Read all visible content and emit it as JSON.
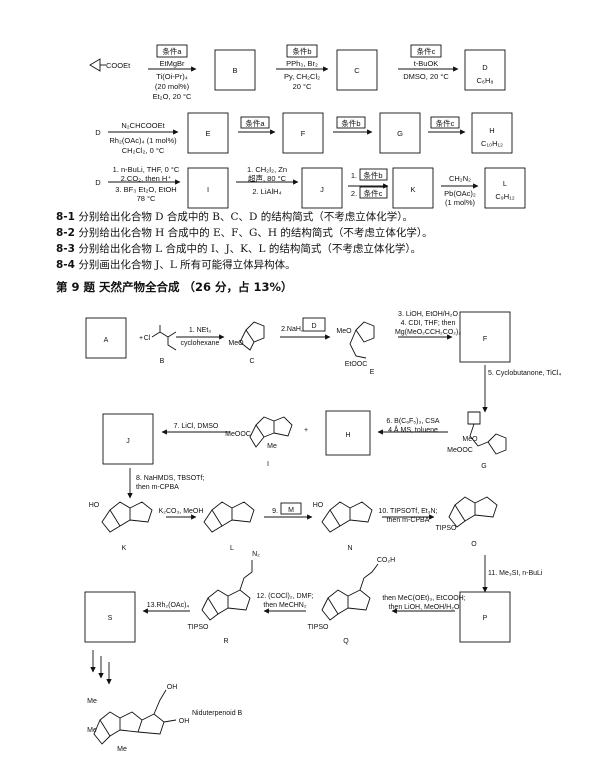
{
  "scheme1": {
    "start": "COOEt",
    "step1": {
      "cond_box": "条件a",
      "reagents": [
        "EtMgBr",
        "Ti(Oi-Pr)₄",
        "(20 mol%)",
        "Et₂O, 20 °C"
      ]
    },
    "B": "B",
    "step2": {
      "cond_box": "条件b",
      "reagents": [
        "PPh₃, Br₂",
        "Py, CH₂Cl₂",
        "20 °C"
      ]
    },
    "C": "C",
    "step3": {
      "cond_box": "条件c",
      "reagents": [
        "t-BuOK",
        "DMSO, 20 °C"
      ]
    },
    "D": "D",
    "D_formula": "C₆H₈"
  },
  "scheme2": {
    "start": "D",
    "step1": {
      "top": "N₂CHCOOEt",
      "bottom": [
        "Rh₂(OAc)₄ (1 mol%)",
        "CH₂Cl₂, 0 °C"
      ]
    },
    "E": "E",
    "a": "条件a",
    "F": "F",
    "b": "条件b",
    "G": "G",
    "c": "条件c",
    "H": "H",
    "H_formula": "C₁₀H₁₂"
  },
  "scheme3": {
    "start": "D",
    "step1": [
      "1. n-BuLi, THF, 0 °C",
      "2.CO₂, then H⁺",
      "3. BF₃ Et₂O, EtOH",
      "78 °C"
    ],
    "I": "I",
    "step2": [
      "1. CH₂I₂, Zn",
      "超声, 80 °C",
      "2. LiAlH₄"
    ],
    "J": "J",
    "step3": {
      "line1_num": "1.",
      "line1_box": "条件b",
      "line2_num": "2.",
      "line2_box": "条件c"
    },
    "K": "K",
    "step4": [
      "CH₂N₂",
      "Pb(OAc)₂",
      "(1 mol%)"
    ],
    "L": "L",
    "L_formula": "C₉H₁₂"
  },
  "questions": [
    {
      "num": "8-1",
      "text": "分别给出化合物 D 合成中的 B、C、D 的结构简式（不考虑立体化学）。"
    },
    {
      "num": "8-2",
      "text": "分别给出化合物 H 合成中的 E、F、G、H 的结构简式（不考虑立体化学）。"
    },
    {
      "num": "8-3",
      "text": "分别给出化合物 L 合成中的 I、J、K、L 的结构简式（不考虑立体化学）。"
    },
    {
      "num": "8-4",
      "text": "分别画出化合物 J、L 所有可能得立体异构体。"
    }
  ],
  "problem9_title": "第 9 题  天然产物全合成  （26 分，占 13%）",
  "scheme9": {
    "A": "A",
    "plus": "+",
    "reagentB": "Cl",
    "labelB": "B",
    "step1": [
      "1. NEt₃",
      "cyclohexane"
    ],
    "C": "C",
    "C_MeO": "MeO",
    "step2": "2.NaH,",
    "D": "D",
    "E": "E",
    "E_MeO": "MeO",
    "E_EtOOC": "EtOOC",
    "step34": [
      "3. LiOH, EtOH/H₂O",
      "4. CDI, THF; then",
      "Mg(MeO₂CCH₂CO₂)₂"
    ],
    "F": "F",
    "step5": "5. Cyclobutanone, TiCl₄",
    "G": "G",
    "G_MeOOC": "MeOOC",
    "G_MeO": "MeO",
    "step6": [
      "6. B(C₆F₅)₃, CSA",
      "4 Å MS, toluene"
    ],
    "H": "H",
    "plus2": "+",
    "I": "I",
    "I_MeOOC": "MeOOC",
    "I_Me": "Me",
    "step7": "7. LiCl, DMSO",
    "J": "J",
    "step8": [
      "8. NaHMDS, TBSOTf;",
      "then m-CPBA"
    ],
    "K": "K",
    "K_HO": "HO",
    "step_k2": "K₂CO₃, MeOH",
    "L": "L",
    "step9": "9.",
    "M": "M",
    "N": "N",
    "N_HO": "HO",
    "step10": [
      "10. TIPSOTf, Et₃N;",
      "then m-CPBA"
    ],
    "O": "O",
    "O_TIPSO": "TIPSO",
    "step11": "11. Me₃SI, n-BuLi",
    "P": "P",
    "stepP": [
      "then MeC(OEt)₃, EtCOOH;",
      "then LiOH, MeOH/H₂O"
    ],
    "Q": "Q",
    "Q_TIPSO": "TIPSO",
    "Q_CO2H": "CO₂H",
    "step12": [
      "12. (COCl)₂, DMF;",
      "then MeCHN₂"
    ],
    "R": "R",
    "R_TIPSO": "TIPSO",
    "R_N2": "N₂",
    "step13": "13.Rh₂(OAc)₄",
    "S": "S",
    "product": "Niduterpenoid B",
    "prod_OH1": "OH",
    "prod_OH2": "OH",
    "prod_Me1": "Me",
    "prod_Me2": "Me",
    "prod_Me3": "Me"
  }
}
